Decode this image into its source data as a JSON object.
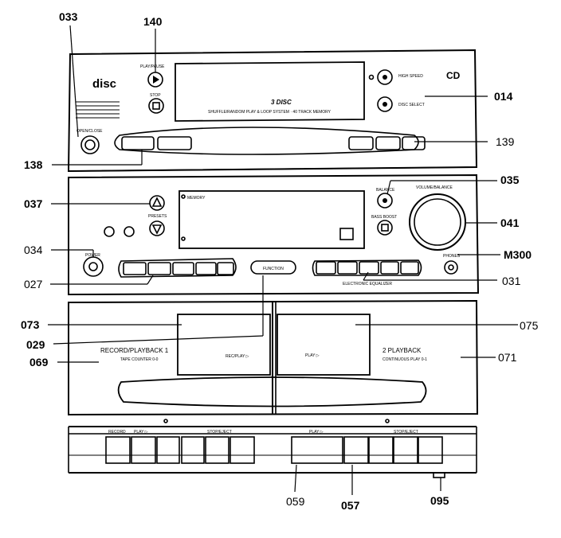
{
  "callouts": {
    "c033": "033",
    "c140": "140",
    "c014": "014",
    "c139": "139",
    "c138": "138",
    "c035": "035",
    "c037": "037",
    "c041": "041",
    "c034": "034",
    "cM300": "M300",
    "c027": "027",
    "c031": "031",
    "c073": "073",
    "c075": "075",
    "c029": "029",
    "c069": "069",
    "c071": "071",
    "c059": "059",
    "c057": "057",
    "c095": "095"
  },
  "cd_panel": {
    "brand": "disc",
    "play_pause": "PLAY/PAUSE",
    "stop": "STOP",
    "open_close": "OPEN/CLOSE",
    "high_speed": "HIGH SPEED",
    "cd": "CD",
    "disc_select": "DISC SELECT",
    "disc_count": "3 DISC",
    "tagline": "SHUFFLE/RANDOM PLAY & LOOP SYSTEM · 40 TRACK MEMORY"
  },
  "amp_panel": {
    "power": "POWER",
    "volume_balance": "VOLUME/BALANCE",
    "balance": "BALANCE",
    "bass_boost": "BASS BOOST",
    "phones": "PHONES",
    "function": "FUNCTION",
    "presets": "PRESETS",
    "memory": "MEMORY",
    "equalizer": "ELECTRONIC EQUALIZER"
  },
  "tape_panel": {
    "deck1_title": "RECORD/PLAYBACK 1",
    "deck1_sub": "TAPE COUNTER 0-0",
    "deck1_play": "REC/PLAY ▷",
    "deck2_title": "2 PLAYBACK",
    "deck2_sub": "CONTINUOUS PLAY 0-1",
    "deck2_play": "PLAY ▷"
  },
  "transport": {
    "record": "RECORD",
    "play1": "PLAY ▷",
    "stop_eject1": "STOP/EJECT",
    "play2": "PLAY ▷",
    "stop_eject2": "STOP/EJECT"
  }
}
